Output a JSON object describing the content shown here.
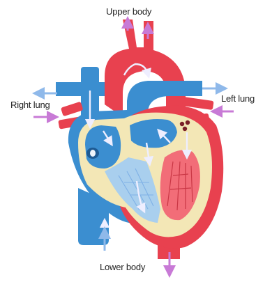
{
  "labels": {
    "upper_body": "Upper body",
    "right_lung": "Right lung",
    "left_lung": "Left lung",
    "lower_body": "Lower body"
  },
  "colors": {
    "oxygenated": "#e8414f",
    "oxygenated_light": "#f26d78",
    "deoxygenated": "#3b8ed0",
    "deoxygenated_light": "#8fc1ea",
    "chamber_wall": "#f3e7b6",
    "inflow_arrow": "#c87ad6",
    "outflow_arrow": "#7fb1e6",
    "background": "#ffffff"
  }
}
